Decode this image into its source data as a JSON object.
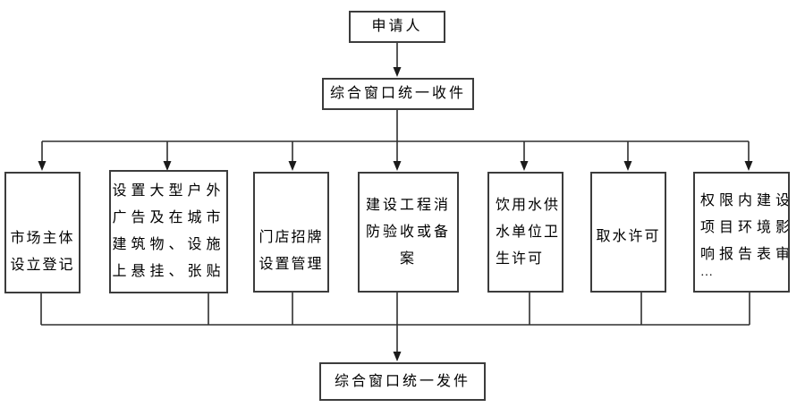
{
  "diagram": {
    "title": "service-window-flowchart",
    "applicant": {
      "label": "申请人"
    },
    "intake": {
      "label": "综合窗口统一收件"
    },
    "branches": [
      {
        "name": "market-entity-registration",
        "lines": [
          "市场主体",
          "设立登记"
        ]
      },
      {
        "name": "outdoor-advertising-setup",
        "lines": [
          "设置大型户外",
          "广告及在城市",
          "建筑物、设施",
          "上悬挂、张贴"
        ]
      },
      {
        "name": "shop-sign-management",
        "lines": [
          "门店招牌",
          "设置管理"
        ]
      },
      {
        "name": "construction-fire-acceptance",
        "lines": [
          "建设工程消",
          "防验收或备",
          "案"
        ]
      },
      {
        "name": "drinking-water-hygiene-permit",
        "lines": [
          "饮用水供",
          "水单位卫",
          "生许可"
        ]
      },
      {
        "name": "water-intake-permit",
        "lines": [
          "取水许可"
        ]
      },
      {
        "name": "env-impact-report-review",
        "lines": [
          "权限内建设",
          "项目环境影",
          "响报告表审",
          "…"
        ]
      }
    ],
    "dispatch": {
      "label": "综合窗口统一发件"
    },
    "colors": {
      "background": "#ffffff",
      "box_border": "#3c3c3c",
      "connector_line": "#2f2f2f",
      "arrowhead": "#1b1b1b",
      "text": "#000000"
    }
  }
}
